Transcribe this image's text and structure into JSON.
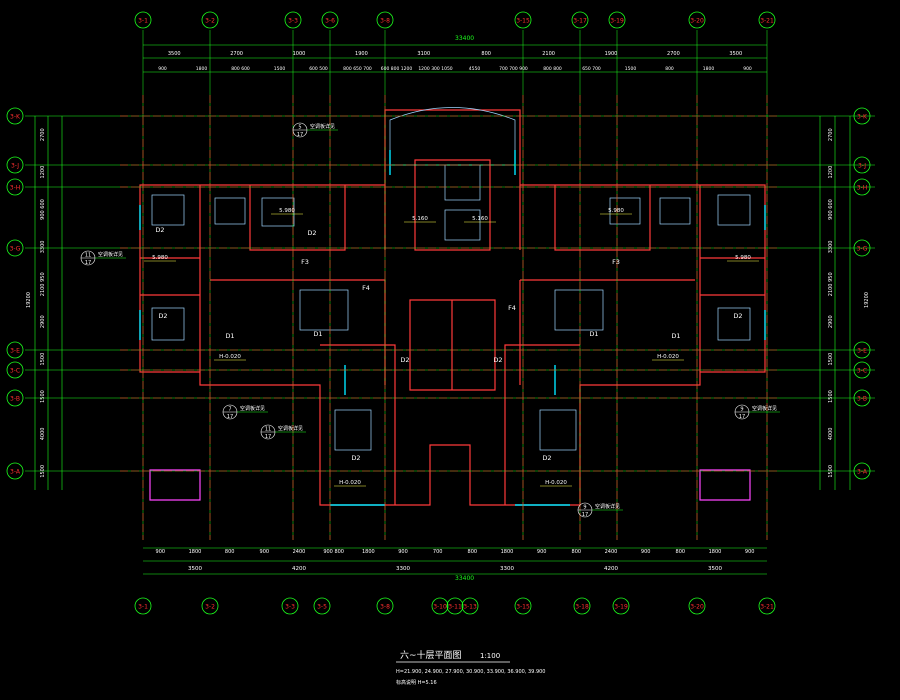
{
  "drawing": {
    "title": "六~十层平面图",
    "scale": "1:100",
    "note_line1": "H=21.900, 24.900, 27.900, 30.900, 33.900, 36.900, 39.900",
    "note_line2": "标高说明 H=5.16",
    "total_width": "33400",
    "total_height": "19200"
  },
  "colors": {
    "axis": "#ff2f2f",
    "dimension": "#1cff1c",
    "wall": "#ff3a3a",
    "room_text": "#ffffff",
    "furniture": "#9fd6ff",
    "cyan": "#00e5ff",
    "yellow": "#ffff4a",
    "magenta": "#ff45ff"
  },
  "axes_top": [
    "3-1",
    "3-2",
    "3-3",
    "3-6",
    "3-8",
    "3-15",
    "3-17",
    "3-19",
    "3-20",
    "3-21"
  ],
  "axes_bottom": [
    "3-1",
    "3-2",
    "3-3",
    "3-5",
    "3-8",
    "3-10",
    "3-11",
    "3-13",
    "3-15",
    "3-18",
    "3-19",
    "3-20",
    "3-21"
  ],
  "axes_left": [
    "3-K",
    "3-J",
    "3-H",
    "3-G",
    "3-E",
    "3-C",
    "3-B",
    "3-A"
  ],
  "axes_right": [
    "3-K",
    "3-J",
    "3-H",
    "3-G",
    "3-E",
    "3-C",
    "3-B",
    "3-A"
  ],
  "dims_top_row1": [
    "3500",
    "2700",
    "1000",
    "1900",
    "3100",
    "800",
    "2100",
    "1900",
    "2700",
    "3500"
  ],
  "dims_top_row2": [
    "900",
    "1800",
    "800 600",
    "1500",
    "600 500",
    "800 650 700",
    "600 800 1200",
    "1200 300 1050",
    "4550",
    "700 700 900",
    "800 800",
    "650 700",
    "1500",
    "800",
    "1800",
    "900"
  ],
  "dims_bottom_row1": [
    "900",
    "1800",
    "800",
    "900",
    "2400",
    "900 800",
    "1800",
    "900",
    "700",
    "800",
    "1800",
    "900",
    "800",
    "2400",
    "900",
    "800",
    "1800",
    "900"
  ],
  "dims_bottom_row2": [
    "3500",
    "4200",
    "3300",
    "3300",
    "4200",
    "3500"
  ],
  "dims_left": [
    "2700",
    "1200",
    "900 600",
    "3300",
    "2100 950",
    "2900",
    "1500",
    "1500",
    "4000",
    "1500"
  ],
  "dims_right": [
    "2700",
    "1200",
    "900 600",
    "3300",
    "2100 950",
    "2900",
    "1500",
    "1500",
    "4000",
    "1500"
  ],
  "room_labels": [
    "D2",
    "D2",
    "D1",
    "D1",
    "D2",
    "D2",
    "D2",
    "D2",
    "D1",
    "D1",
    "D2",
    "D2",
    "F3",
    "F3",
    "F4",
    "F4"
  ],
  "level_marks": [
    "5.980",
    "5.980",
    "5.980",
    "5.980",
    "H-0.020",
    "H-0.020",
    "H-0.020",
    "H-0.020",
    "5.160",
    "5.160"
  ],
  "callouts": [
    {
      "top": "5",
      "bottom": "17",
      "text": "空调板详见"
    },
    {
      "top": "11",
      "bottom": "17",
      "text": "空调板详见"
    },
    {
      "top": "7",
      "bottom": "17",
      "text": "空调板详见"
    },
    {
      "top": "9",
      "bottom": "17",
      "text": "空调板详见"
    },
    {
      "top": "11",
      "bottom": "17",
      "text": "空调板详见"
    },
    {
      "top": "9",
      "bottom": "17",
      "text": "空调板详见"
    }
  ]
}
